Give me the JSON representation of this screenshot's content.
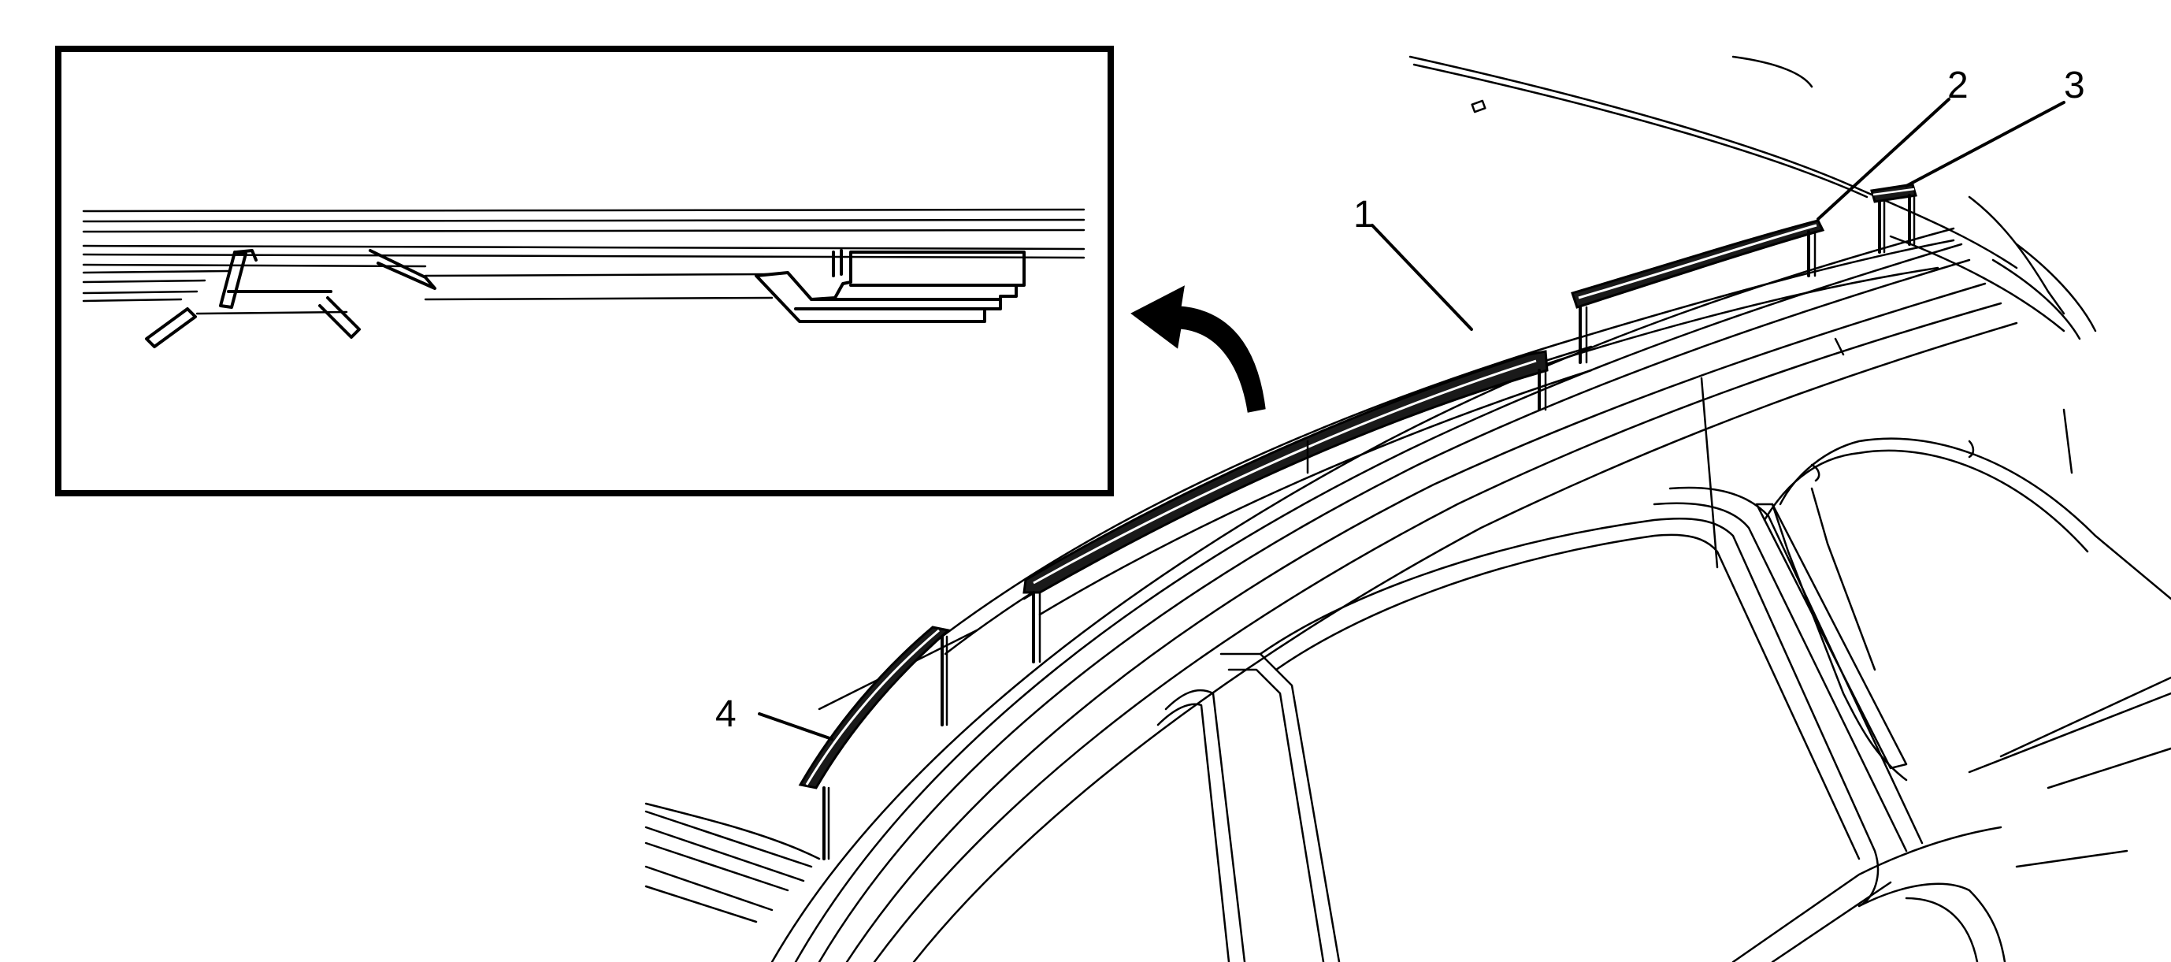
{
  "callouts": [
    {
      "id": "1",
      "label": "1"
    },
    {
      "id": "2",
      "label": "2"
    },
    {
      "id": "3",
      "label": "3"
    },
    {
      "id": "4",
      "label": "4"
    }
  ],
  "colors": {
    "line": "#000000",
    "background": "#ffffff",
    "molding_fill": "#1a1a1a"
  },
  "icons": {
    "inset_arrow": "curved-arrow-icon"
  }
}
